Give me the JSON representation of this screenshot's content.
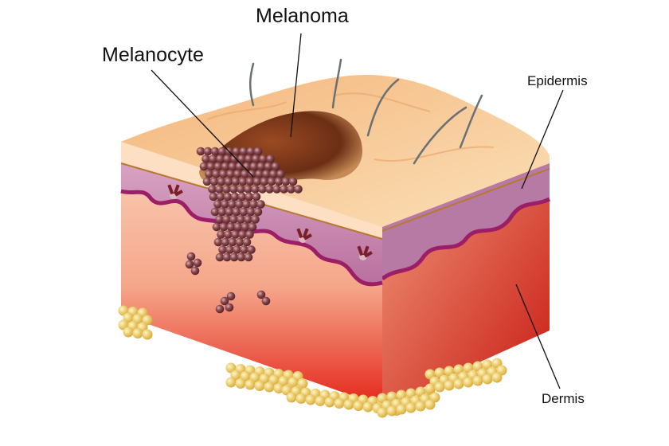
{
  "labels": {
    "melanoma": "Melanoma",
    "melanocyte": "Melanocyte",
    "epidermis": "Epidermis",
    "dermis": "Dermis"
  },
  "colors": {
    "skin_surface": "#f6c48e",
    "epidermis_band": "#c98bb0",
    "basement_line": "#a0256e",
    "dermis_top": "#f7bfa0",
    "dermis_bottom": "#e32b1f",
    "melanoma": "#7a3a1c",
    "cells": "#7a3a3e",
    "fat": "#f0d060",
    "hair": "#6b7075"
  }
}
